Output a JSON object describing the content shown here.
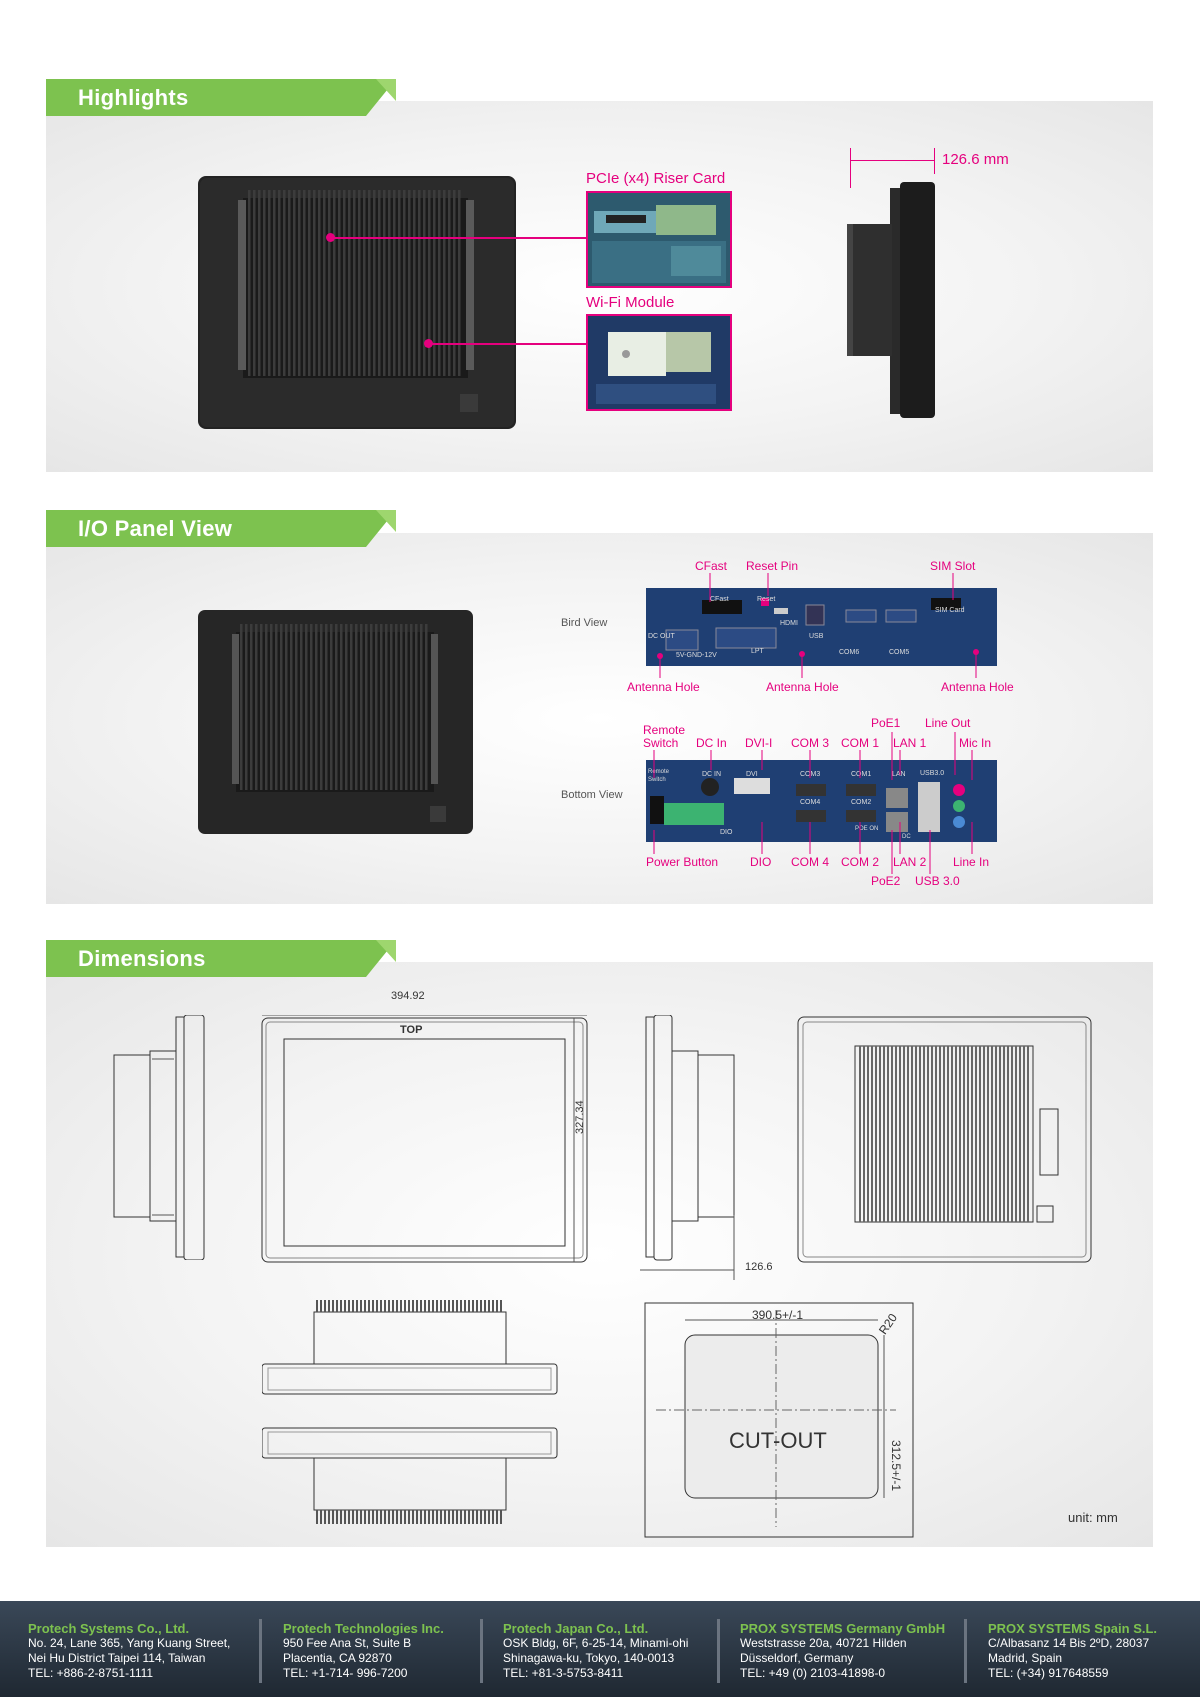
{
  "sections": {
    "highlights": "Highlights",
    "io_panel": "I/O Panel View",
    "dimensions": "Dimensions"
  },
  "highlights": {
    "riser_label": "PCIe (x4) Riser Card",
    "wifi_label": "Wi-Fi Module",
    "depth_label": "126.6 mm"
  },
  "io": {
    "bird_view": "Bird View",
    "bottom_view": "Bottom View",
    "bird_labels": {
      "cfast": "CFast",
      "reset_pin": "Reset Pin",
      "sim_slot": "SIM Slot",
      "antenna1": "Antenna Hole",
      "antenna2": "Antenna Hole",
      "antenna3": "Antenna Hole"
    },
    "bird_print": {
      "cfast": "CFast",
      "reset": "Reset",
      "hdmi": "HDMI",
      "usb": "USB",
      "com6": "COM6",
      "com5": "COM5",
      "sim": "SIM Card",
      "dc_out": "DC OUT",
      "volt": "5V-GND-12V",
      "lpt": "LPT"
    },
    "bottom_labels": {
      "remote_switch_1": "Remote",
      "remote_switch_2": "Switch",
      "dc_in": "DC In",
      "dvi": "DVI-I",
      "com3": "COM 3",
      "com1": "COM 1",
      "poe1": "PoE1",
      "lan1": "LAN 1",
      "line_out": "Line Out",
      "mic_in": "Mic In",
      "power_button": "Power Button",
      "dio": "DIO",
      "com4": "COM 4",
      "com2": "COM 2",
      "lan2": "LAN 2",
      "line_in": "Line In",
      "poe2": "PoE2",
      "usb3": "USB 3.0"
    },
    "bottom_print": {
      "remote": "Remote Switch",
      "dc_in": "DC IN",
      "dvi": "DVI",
      "com3": "COM3",
      "com1": "COM1",
      "lan": "LAN",
      "usb3": "USB3.0",
      "com4": "COM4",
      "com2": "COM2",
      "poe_on": "POE ON",
      "dio": "DIO",
      "dc": "DC"
    }
  },
  "dimensions": {
    "width": "394.92",
    "top": "TOP",
    "height": "327.34",
    "depth": "126.6",
    "cutout_w": "390.5+/-1",
    "radius": "R20",
    "cutout_h": "312.5+/-1",
    "cutout": "CUT-OUT",
    "unit": "unit: mm"
  },
  "footer": [
    {
      "company": "Protech Systems Co., Ltd.",
      "line1": "No. 24, Lane 365, Yang Kuang Street,",
      "line2": "Nei Hu District Taipei 114, Taiwan",
      "tel": "TEL: +886-2-8751-1111"
    },
    {
      "company": "Protech Technologies Inc.",
      "line1": "950 Fee Ana St, Suite B",
      "line2": "Placentia, CA 92870",
      "tel": "TEL: +1-714- 996-7200"
    },
    {
      "company": "Protech Japan Co., Ltd.",
      "line1": "OSK Bldg, 6F, 6-25-14, Minami-ohi",
      "line2": "Shinagawa-ku, Tokyo, 140-0013",
      "tel": "TEL: +81-3-5753-8411"
    },
    {
      "company": "PROX SYSTEMS Germany GmbH",
      "line1": "Weststrasse 20a, 40721 Hilden",
      "line2": "Düsseldorf, Germany",
      "tel": "TEL: +49 (0) 2103-41898-0"
    },
    {
      "company": "PROX SYSTEMS Spain S.L.",
      "line1": "C/Albasanz 14 Bis 2ºD, 28037",
      "line2": "Madrid, Spain",
      "tel": "TEL: (+34) 917648559"
    }
  ],
  "colors": {
    "accent_green": "#7dc24f",
    "magenta": "#e5007e",
    "board_blue": "#1f3f73"
  }
}
